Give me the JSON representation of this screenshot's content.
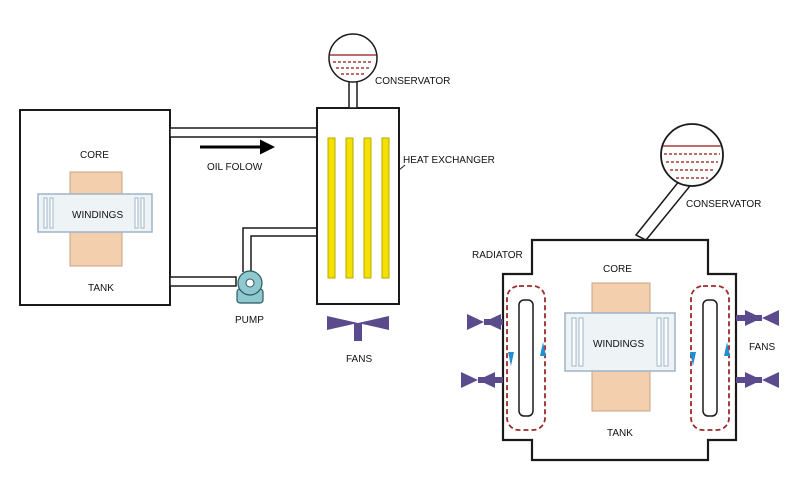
{
  "left_diagram": {
    "core": "CORE",
    "windings": "WINDINGS",
    "tank": "TANK",
    "oil_flow": "OIL FOLOW",
    "pump": "PUMP",
    "conservator": "CONSERVATOR",
    "heat_exchanger": "HEAT EXCHANGER",
    "fans": "FANS"
  },
  "right_diagram": {
    "conservator": "CONSERVATOR",
    "radiator": "RADIATOR",
    "core": "CORE",
    "windings": "WINDINGS",
    "tank": "TANK",
    "fans": "FANS"
  },
  "colors": {
    "outline": "#1a1a1a",
    "core": "#f4cfae",
    "winding_fill": "#eef3f6",
    "winding_stroke": "#9db4c8",
    "exchanger_tube": "#f5e100",
    "pump": "#8fc9cf",
    "fan": "#5b4a8c",
    "radiator_loop": "#9b2a2a",
    "flow_arrow": "#1f8fd1",
    "conservator_oil": "#a83a3a"
  }
}
